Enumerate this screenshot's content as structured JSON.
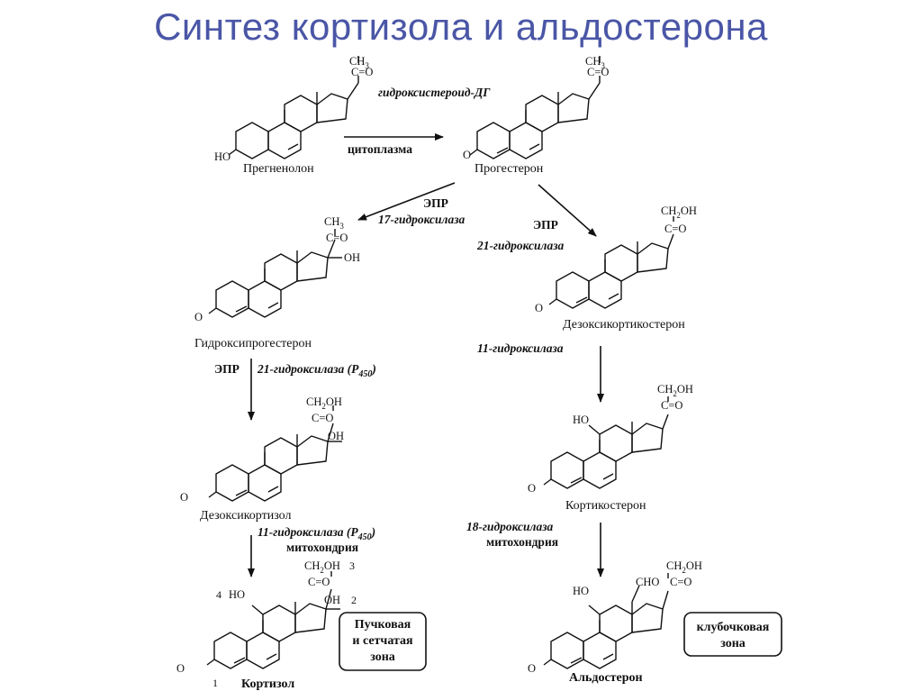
{
  "title": "Синтез кортизола и альдостерона",
  "groups": {
    "ch3": "CH",
    "ch2oh": "CH",
    "sub3": "3",
    "sub2": "2",
    "oh_suffix": "OH",
    "co": "C=O",
    "oh": "OH",
    "ho": "HO",
    "o": "O",
    "cho": "CHO"
  },
  "compounds": {
    "pregnenolone": "Прегненолон",
    "progesterone": "Прогестерон",
    "hydroxyprogesterone": "Гидроксипрогестерон",
    "deoxycorticosterone": "Дезоксикортикостерон",
    "deoxycortisol": "Дезоксикортизол",
    "corticosterone": "Кортикостерон",
    "cortisol": "Кортизол",
    "aldosterone": "Альдостерон"
  },
  "reactions": {
    "r1_enzyme": "гидроксистероид-ДГ",
    "r1_location": "цитоплазма",
    "r2_location": "ЭПР",
    "r2_enzyme": "17-гидроксилаза",
    "r3_location": "ЭПР",
    "r3_enzyme": "21-гидроксилаза",
    "r4_location": "ЭПР",
    "r4_enzyme_prefix": "21-гидроксилаза (Р",
    "r4_sub": "450",
    "r4_suffix": ")",
    "r5_enzyme": "11-гидроксилаза",
    "r6_enzyme_prefix": "11-гидроксилаза (Р",
    "r6_sub": "450",
    "r6_suffix": ")",
    "r6_location": "митохондрия",
    "r7_enzyme": "18-гидроксилаза",
    "r7_location": "митохондрия"
  },
  "numbering": {
    "n1": "1",
    "n2": "2",
    "n3": "3",
    "n4": "4"
  },
  "zones": {
    "fasciculata_line1": "Пучковая",
    "fasciculata_line2": "и сетчатая",
    "fasciculata_line3": "зона",
    "glomerulosa_line1": "клубочковая",
    "glomerulosa_line2": "зона"
  }
}
